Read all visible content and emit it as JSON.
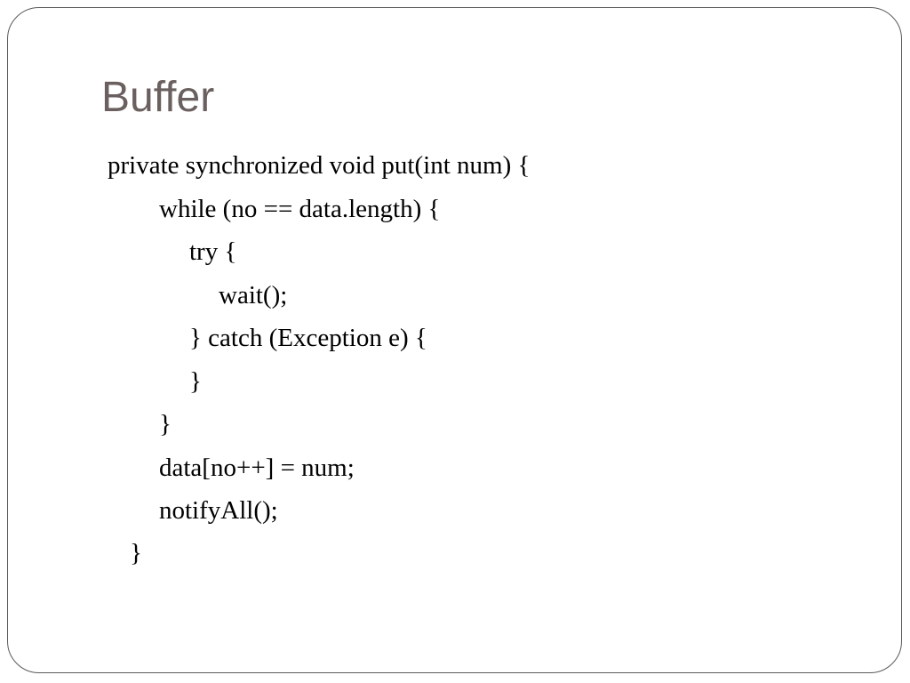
{
  "slide": {
    "title": "Buffer",
    "code_lines": [
      "private synchronized void put(int num) {",
      "while (no == data.length) {",
      "try {",
      "wait();",
      "} catch (Exception e) {",
      "}",
      "}",
      "data[no++] = num;",
      "notifyAll();",
      "}"
    ]
  }
}
